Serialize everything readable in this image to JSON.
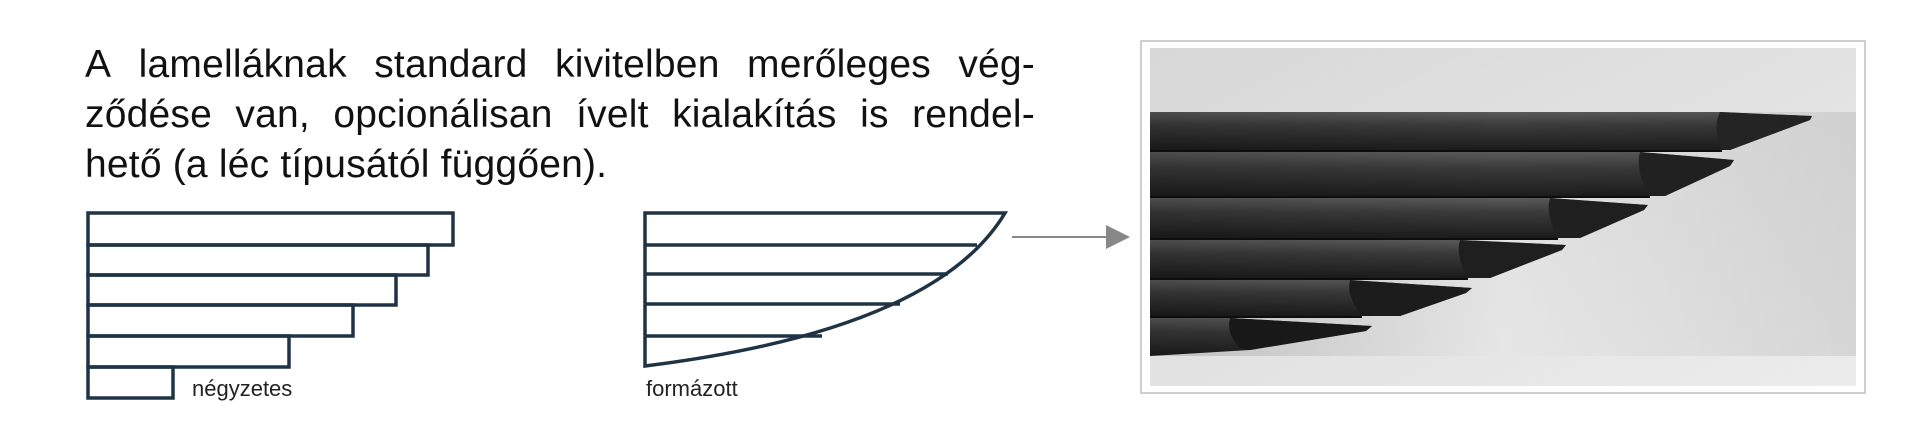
{
  "description": {
    "line1_words": [
      "A",
      "lamelláknak",
      "standard",
      "kivitelben",
      "merőleges",
      "vég-"
    ],
    "line2_words": [
      "ződése",
      "van,",
      "opcionálisan",
      "ívelt",
      "kialakítás",
      "is",
      "rendel-"
    ],
    "line3": "hető (a léc típusától függően)."
  },
  "diagrams": {
    "square": {
      "label": "négyzetes",
      "row_lengths_relative": [
        1.0,
        0.92,
        0.84,
        0.72,
        0.55,
        0.23
      ]
    },
    "shaped": {
      "label": "formázott"
    }
  },
  "colors": {
    "outline": "#1f3344",
    "arrow": "#888888",
    "text": "#111111"
  },
  "photo": {
    "subject": "render of dark lamellae with curved (shaped) ends"
  }
}
